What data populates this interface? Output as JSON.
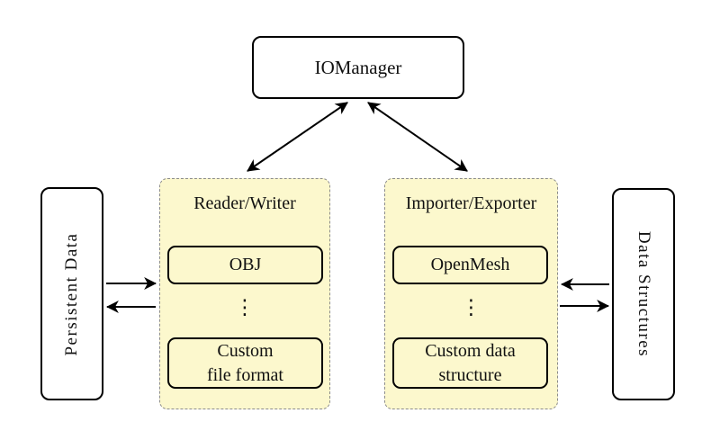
{
  "diagram": {
    "nodes": {
      "iomanager": {
        "label": "IOManager"
      },
      "persistent_data": {
        "label": "Persistent Data"
      },
      "data_structures": {
        "label": "Data Structures"
      },
      "reader_writer": {
        "title": "Reader/Writer",
        "item_top": "OBJ",
        "ellipsis": "⋮",
        "item_bottom_line1": "Custom",
        "item_bottom_line2": "file format"
      },
      "importer_exporter": {
        "title": "Importer/Exporter",
        "item_top": "OpenMesh",
        "ellipsis": "⋮",
        "item_bottom_line1": "Custom data",
        "item_bottom_line2": "structure"
      }
    },
    "edges": [
      {
        "from": "IOManager",
        "to": "Reader/Writer",
        "direction": "bidirectional"
      },
      {
        "from": "IOManager",
        "to": "Importer/Exporter",
        "direction": "bidirectional"
      },
      {
        "from": "Persistent Data",
        "to": "Reader/Writer",
        "direction": "right"
      },
      {
        "from": "Reader/Writer",
        "to": "Persistent Data",
        "direction": "left"
      },
      {
        "from": "Data Structures",
        "to": "Importer/Exporter",
        "direction": "left"
      },
      {
        "from": "Importer/Exporter",
        "to": "Data Structures",
        "direction": "right"
      }
    ]
  },
  "colors": {
    "background": "#FFFFFF",
    "panel_fill": "#FCF8CD",
    "panel_border": "#8C8C8C",
    "node_border": "#000000",
    "arrow": "#000000"
  }
}
